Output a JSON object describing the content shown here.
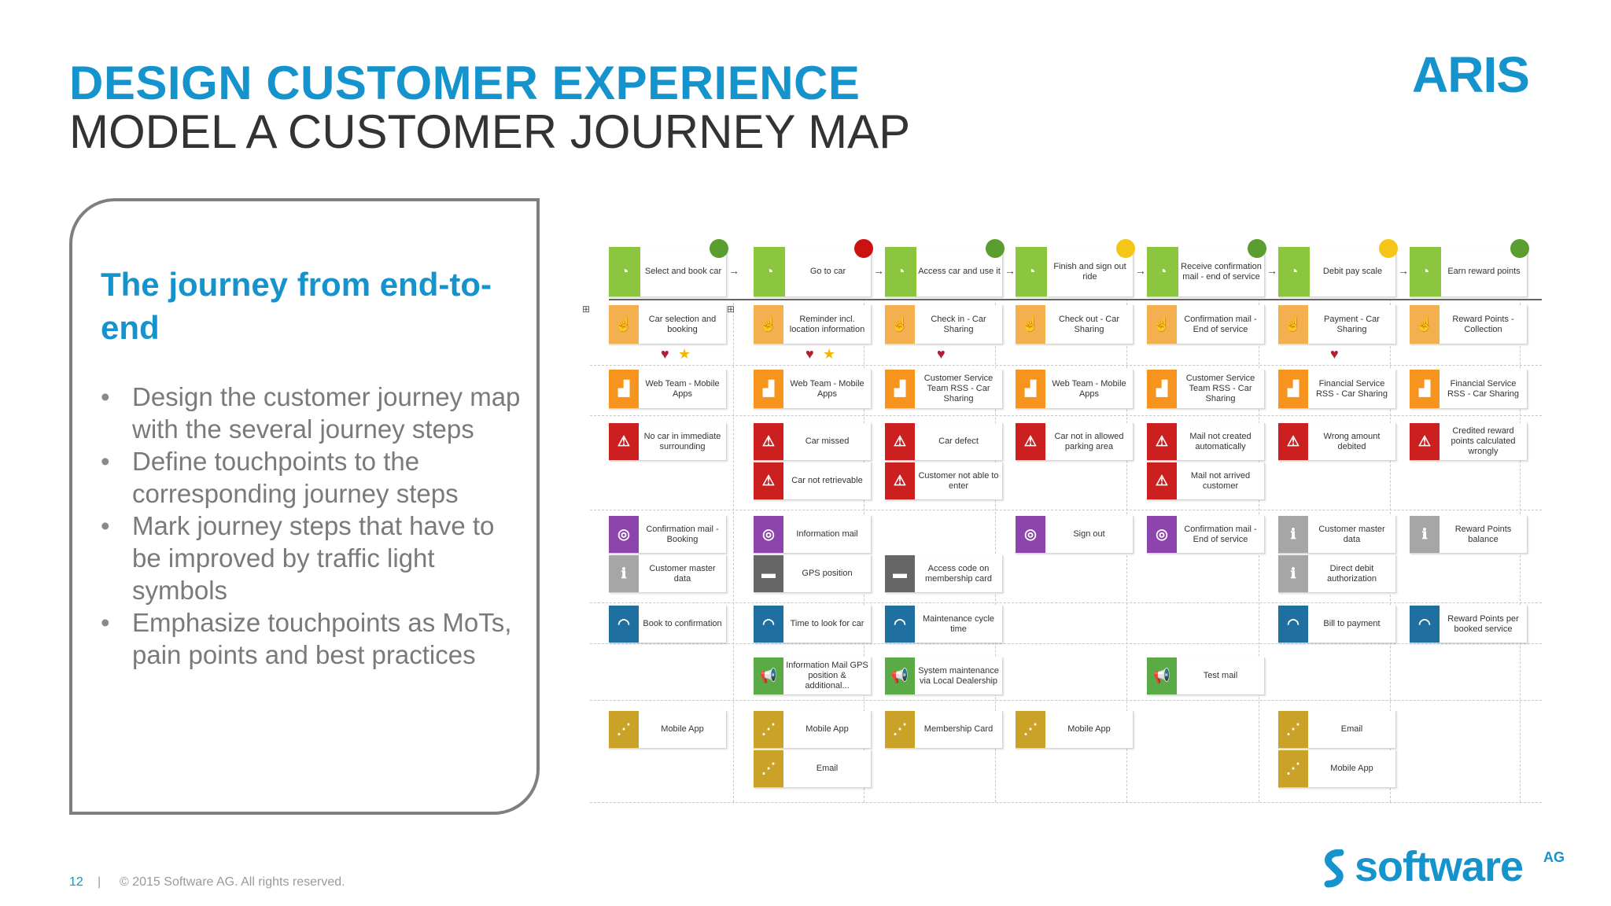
{
  "title_line1": "DESIGN CUSTOMER EXPERIENCE",
  "title_line2": "MODEL  A CUSTOMER JOURNEY MAP",
  "brand": "ARIS",
  "panel": {
    "heading": "The journey from end-to-end",
    "bullets": [
      "Design the customer journey map with the several journey steps",
      "Define touchpoints to the corresponding journey steps",
      "Mark journey steps that have to be improved by traffic light symbols",
      "Emphasize touchpoints as MoTs, pain points and best practices"
    ]
  },
  "footer": {
    "page": "12",
    "separator": "|",
    "copyright": "© 2015 Software AG. All rights reserved."
  },
  "company_logo": {
    "word": "software",
    "suffix": "AG"
  },
  "colors": {
    "accent": "#1593cd",
    "step": "#8cc63f",
    "touch": "#f4b04f",
    "team": "#f7941d",
    "pain": "#cc1f1f",
    "info": "#8e44ad",
    "neutral": "#a6a6a6",
    "dark": "#666666",
    "kpi": "#1f6fa0",
    "marketing": "#5aaa46",
    "channel": "#c9a227",
    "green": "#5a9e2f",
    "red": "#cc1111",
    "yellow": "#f5c518"
  },
  "map": {
    "steps": [
      {
        "label": "Select and book car",
        "light": "green"
      },
      {
        "label": "Go to car",
        "light": "red"
      },
      {
        "label": "Access car and use it",
        "light": "green"
      },
      {
        "label": "Finish and sign out ride",
        "light": "yellow"
      },
      {
        "label": "Receive confirmation mail - end of service",
        "light": "green"
      },
      {
        "label": "Debit pay scale",
        "light": "yellow"
      },
      {
        "label": "Earn reward points",
        "light": "green"
      }
    ],
    "touchpoints": [
      "Car selection and booking",
      "Reminder incl. location information",
      "Check in - Car Sharing",
      "Check out - Car Sharing",
      "Confirmation mail - End of service",
      "Payment - Car Sharing",
      "Reward Points - Collection"
    ],
    "emotions": [
      [
        "heart",
        "star"
      ],
      [
        "heart",
        "star"
      ],
      [
        "heart"
      ],
      [],
      [],
      [
        "heart"
      ],
      []
    ],
    "teams": [
      "Web Team - Mobile Apps",
      "Web Team - Mobile Apps",
      "Customer Service Team RSS - Car Sharing",
      "Web Team - Mobile Apps",
      "Customer Service Team RSS - Car Sharing",
      "Financial Service RSS - Car Sharing",
      "Financial Service RSS - Car Sharing"
    ],
    "pains": [
      [
        "No car in immediate surrounding"
      ],
      [
        "Car missed",
        "Car not retrievable"
      ],
      [
        "Car defect",
        "Customer not able to enter"
      ],
      [
        "Car not in allowed parking area"
      ],
      [
        "Mail not created automatically",
        "Mail not arrived customer"
      ],
      [
        "Wrong amount debited"
      ],
      [
        "Credited reward points calculated wrongly"
      ]
    ],
    "infos": [
      [
        {
          "kind": "info",
          "label": "Confirmation mail - Booking"
        },
        {
          "kind": "neutral",
          "label": "Customer master data"
        }
      ],
      [
        {
          "kind": "info",
          "label": "Information mail"
        },
        {
          "kind": "dark",
          "label": "GPS position"
        }
      ],
      [
        null,
        {
          "kind": "dark",
          "label": "Access code on membership card"
        }
      ],
      [
        {
          "kind": "info",
          "label": "Sign out"
        }
      ],
      [
        {
          "kind": "info",
          "label": "Confirmation mail - End of service"
        }
      ],
      [
        {
          "kind": "neutral",
          "label": "Customer master data"
        },
        {
          "kind": "neutral",
          "label": "Direct debit authorization"
        }
      ],
      [
        {
          "kind": "neutral",
          "label": "Reward Points balance"
        }
      ]
    ],
    "kpis": [
      "Book to confirmation",
      "Time to look for car",
      "Maintenance cycle time",
      "",
      "",
      "Bill to payment",
      "Reward Points per booked service"
    ],
    "marketing": [
      "",
      "Information Mail GPS position & additional...",
      "System maintenance via Local Dealership",
      "",
      "Test mail",
      "",
      ""
    ],
    "channels": [
      [
        "Mobile App"
      ],
      [
        "Mobile App",
        "Email"
      ],
      [
        "Membership Card"
      ],
      [
        "Mobile App"
      ],
      [],
      [
        "Email",
        "Mobile App"
      ],
      []
    ]
  }
}
